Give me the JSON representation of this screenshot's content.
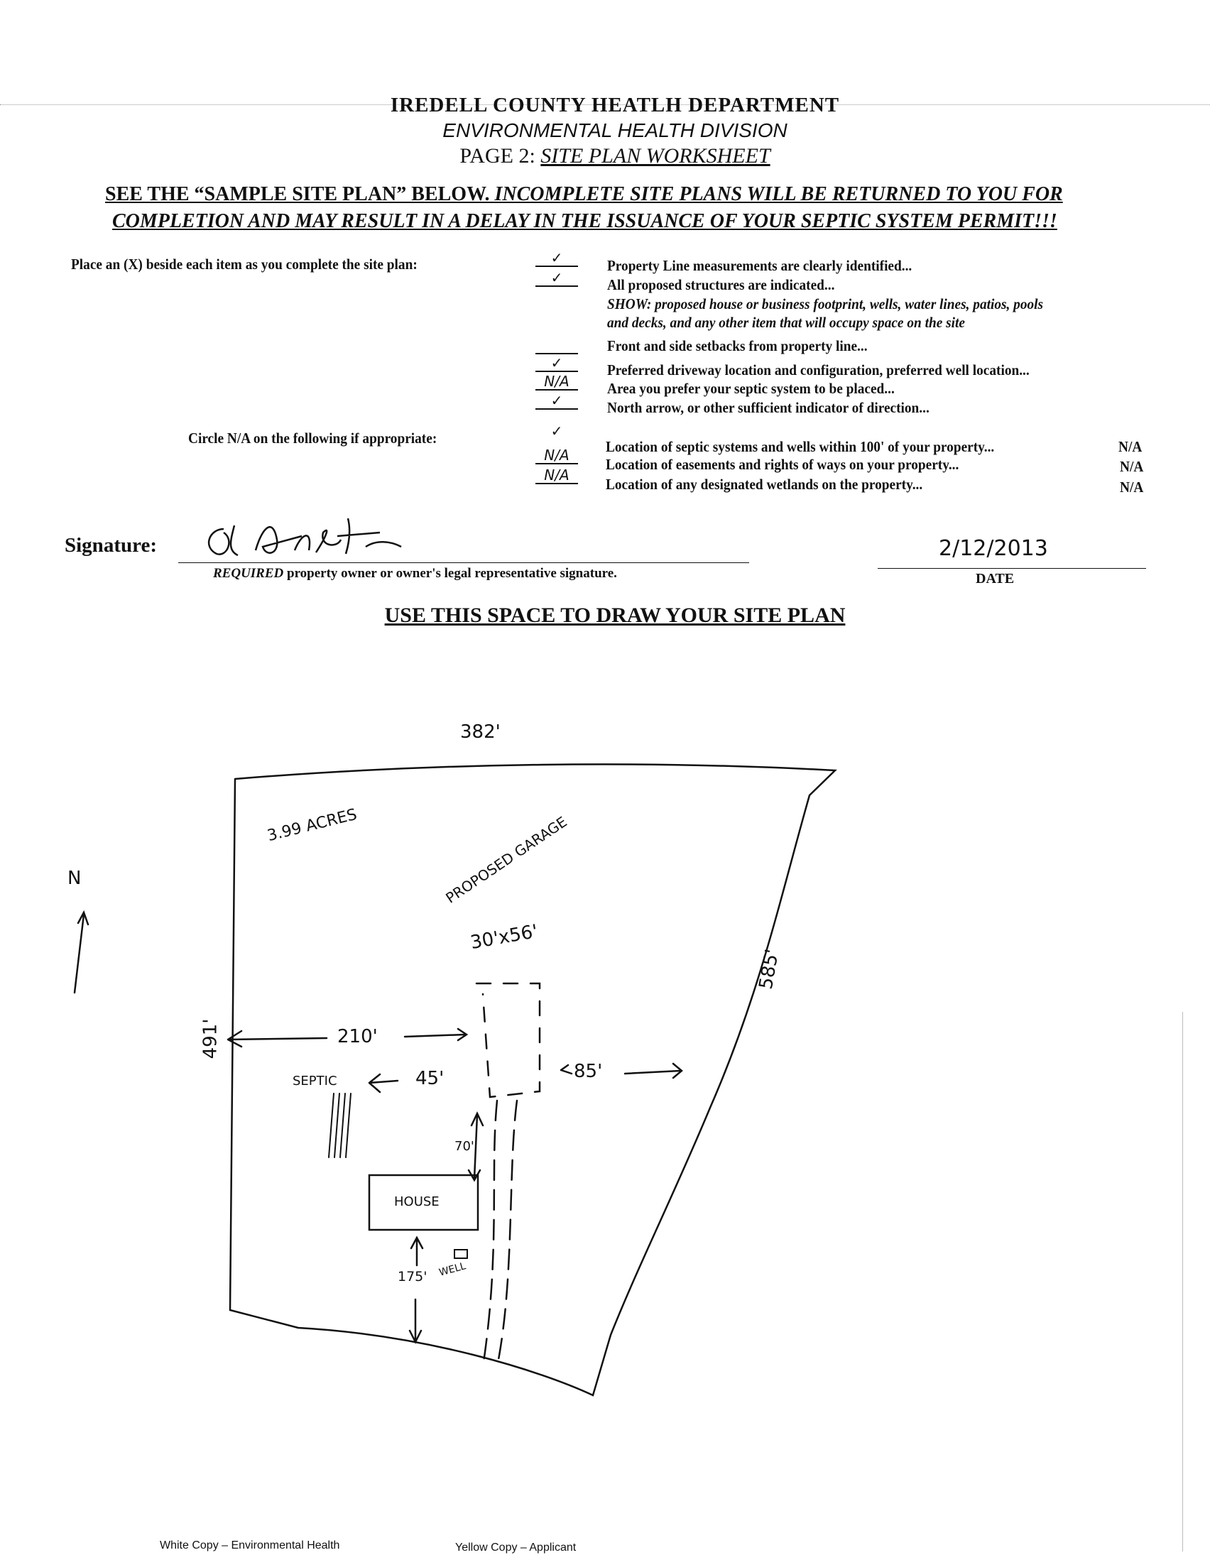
{
  "header": {
    "department": "IREDELL COUNTY HEATLH DEPARTMENT",
    "division": "ENVIRONMENTAL HEALTH DIVISION",
    "page_prefix": "PAGE 2:",
    "page_title": "SITE PLAN WORKSHEET"
  },
  "notice": {
    "line1_plain": "SEE THE “SAMPLE SITE PLAN” BELOW.",
    "line1_italic": "INCOMPLETE SITE PLANS WILL BE RETURNED TO YOU FOR",
    "line2": "COMPLETION AND MAY RESULT IN A DELAY IN THE ISSUANCE OF YOUR SEPTIC SYSTEM PERMIT!!!"
  },
  "checklist": {
    "instruction": "Place an (X) beside each item as you complete the site plan:",
    "items": [
      {
        "mark": "✓",
        "text": "Property Line measurements are clearly identified..."
      },
      {
        "mark": "✓",
        "text": "All proposed structures are indicated..."
      },
      {
        "show_label": "SHOW:",
        "text": "proposed house or business footprint, wells, water lines, patios, pools",
        "text2": "and decks, and any other item that will occupy space on the site"
      },
      {
        "mark": "",
        "text": "Front and side setbacks from property line..."
      },
      {
        "mark": "✓",
        "text": "Preferred driveway location and configuration, preferred well location..."
      },
      {
        "mark": "N/A",
        "text": "Area you prefer your septic system to be placed..."
      },
      {
        "mark": "✓",
        "text": "North arrow, or other sufficient indicator of direction..."
      }
    ],
    "circle_instruction": "Circle N/A on the following if appropriate:",
    "na_items": [
      {
        "mark": "✓",
        "text": "Location of septic systems and wells within 100' of your property...",
        "na": "N/A"
      },
      {
        "mark": "N/A",
        "text": "Location of easements and rights of ways on your property...",
        "na": "N/A"
      },
      {
        "mark": "N/A",
        "text": "Location of any designated wetlands on the property...",
        "na": "N/A"
      }
    ]
  },
  "signature": {
    "label": "Signature:",
    "caption_required": "REQUIRED",
    "caption_rest": "property owner or owner's legal representative signature.",
    "date_value": "2/12/2013",
    "date_label": "DATE"
  },
  "draw_heading": "USE THIS SPACE TO DRAW YOUR SITE PLAN",
  "site_plan": {
    "north": "N",
    "top_length": "382'",
    "acreage": "3.99 ACRES",
    "garage_label": "PROPOSED GARAGE",
    "garage_size": "30'x56'",
    "left_length": "491'",
    "right_length": "585'",
    "dist_left": "210'",
    "septic_label": "SEPTIC",
    "dist_septic": "45'",
    "dist_right": "85'",
    "dist_house": "70'",
    "house_label": "HOUSE",
    "dist_front": "175'",
    "well_label": "WELL"
  },
  "footer": {
    "white_copy": "White Copy – Environmental Health",
    "yellow_copy": "Yellow Copy – Applicant"
  }
}
